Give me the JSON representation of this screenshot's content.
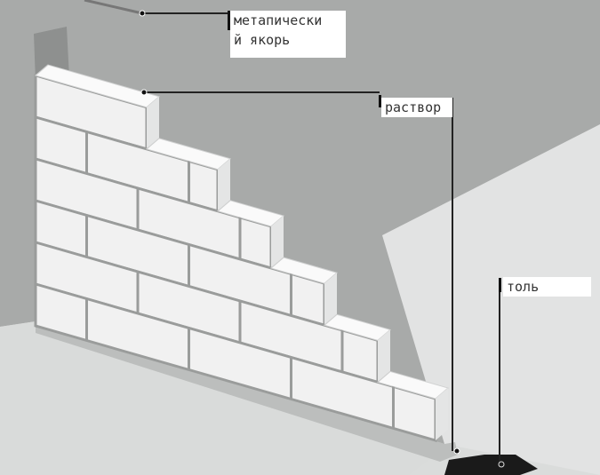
{
  "diagram": {
    "labels": {
      "anchor": "метапически й якорь",
      "anchor_line1": "метапически",
      "anchor_line2": "й якорь",
      "mortar": "раствор",
      "roofing_felt": "толь"
    },
    "colors": {
      "wall": "#a8aaa9",
      "floor": "#dcdedd",
      "brick": "#f1f1f1",
      "mortar_joint": "#9a9c9b",
      "felt": "#1a1a1a"
    }
  }
}
